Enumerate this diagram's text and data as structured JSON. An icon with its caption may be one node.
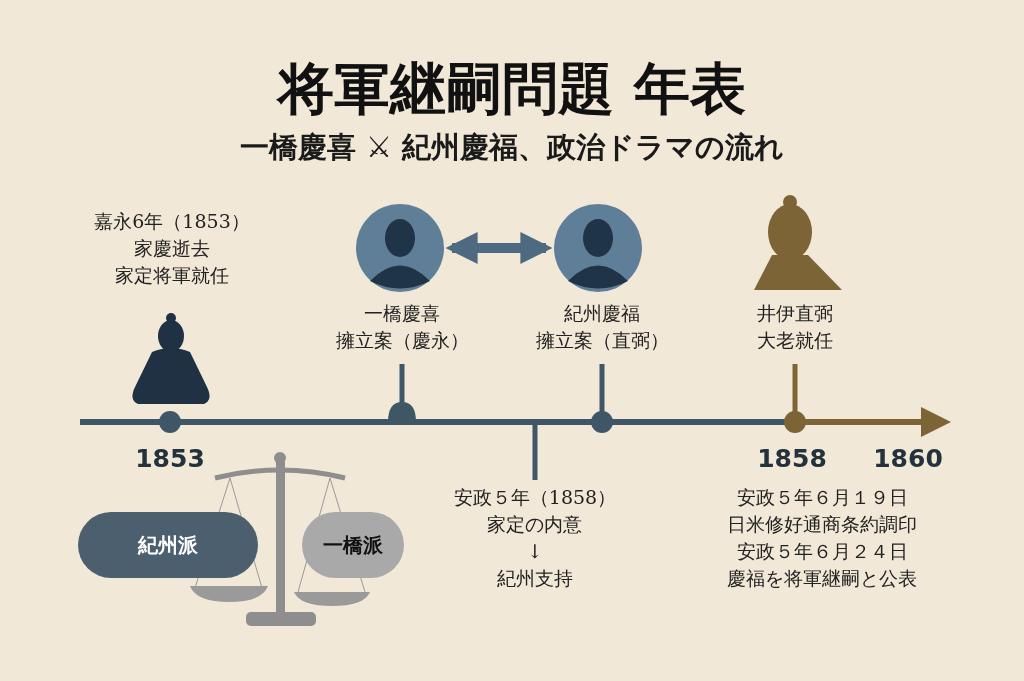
{
  "diagram": {
    "title": "将軍継嗣問題 年表",
    "nodes": [
      {
        "text": [
          "嘉永6年（1853）",
          "家慶逝去",
          "家定将軍就任"
        ]
      },
      {
        "text": [],
        "shape": "picture"
      },
      {
        "text": [],
        "shape": "picture"
      },
      {
        "text": [
          "一橋慶喜",
          "擁立案（慶永）"
        ]
      },
      {
        "text": [
          "紀州慶福",
          "擁立案（直弼）"
        ]
      },
      {
        "text": [
          "井伊直弼",
          "大老就任"
        ]
      },
      {
        "text": [
          "安政５年（1858）",
          "家定の内意",
          "↓",
          "紀州支持"
        ]
      },
      {
        "text": [
          "安政５年６月１９日",
          "日米修好通商条約調印",
          "安政５年６月２４日",
          "慶福を将軍継嗣と公表"
        ]
      },
      {
        "text": [
          "紀州派"
        ]
      },
      {
        "text": [
          "一橋派"
        ]
      },
      {
        "text": [],
        "shape": "bar"
      }
    ],
    "edges": [
      {
        "from": 1,
        "to": 2,
        "arrow": "both",
        "style": "thick"
      },
      {
        "from": 3,
        "to": 10,
        "arrow": "none"
      },
      {
        "from": 4,
        "to": 10,
        "arrow": "none"
      },
      {
        "from": 5,
        "to": 10,
        "arrow": "none",
        "color": "#7d6437"
      },
      {
        "from": 6,
        "to": 10,
        "arrow": "none"
      }
    ],
    "labels": [
      "一橋慶喜 ⚔ 紀州慶福、政治ドラマの流れ",
      "1853",
      "1858",
      "1860"
    ]
  }
}
